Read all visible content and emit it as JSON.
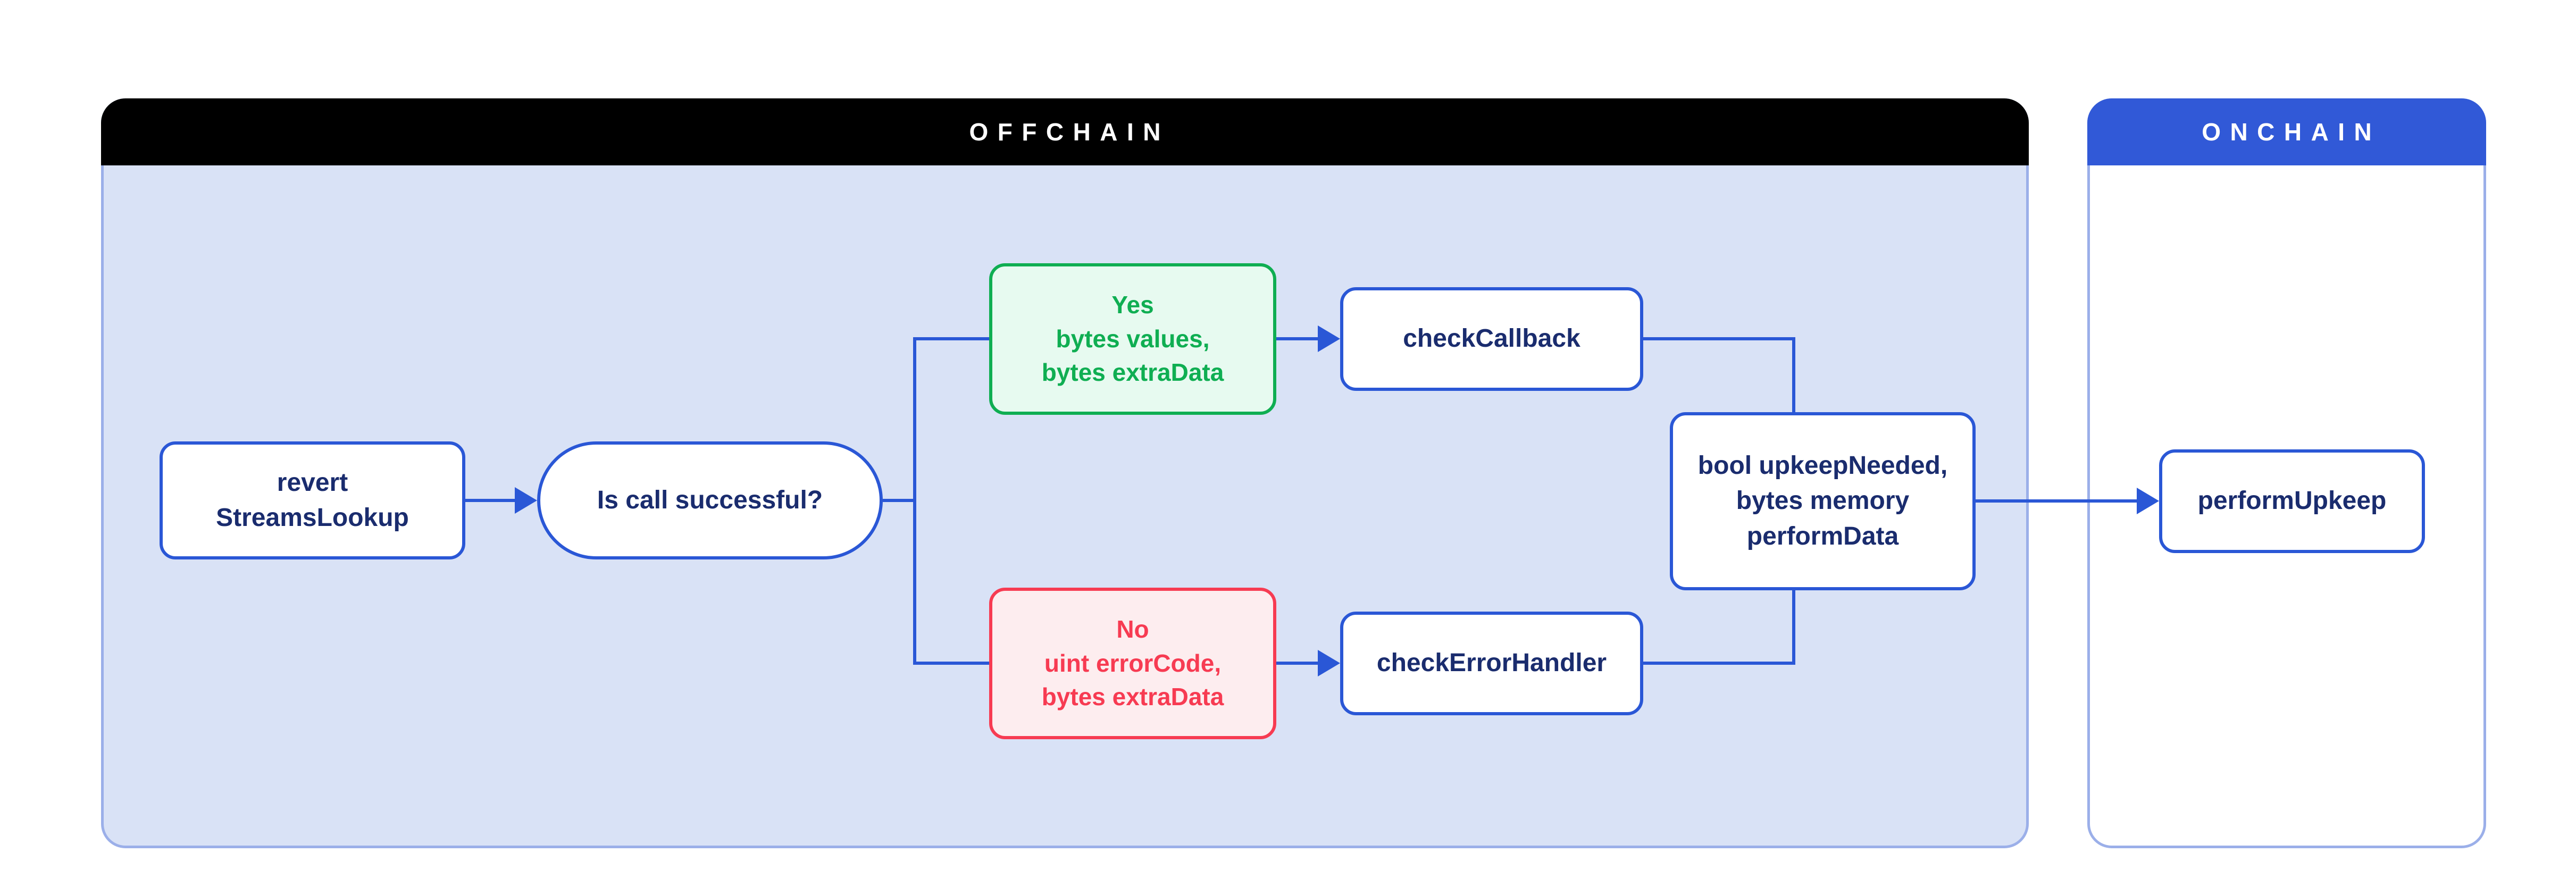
{
  "panels": {
    "offchain": {
      "label": "OFFCHAIN"
    },
    "onchain": {
      "label": "ONCHAIN"
    }
  },
  "nodes": {
    "revert": {
      "lines": [
        "revert",
        "StreamsLookup"
      ]
    },
    "decision": {
      "label": "Is call successful?"
    },
    "yes": {
      "lines": [
        "Yes",
        "bytes values,",
        "bytes extraData"
      ]
    },
    "check_callback": {
      "label": "checkCallback"
    },
    "no": {
      "lines": [
        "No",
        "uint errorCode,",
        "bytes extraData"
      ]
    },
    "check_error_handler": {
      "label": "checkErrorHandler"
    },
    "result": {
      "lines": [
        "bool upkeepNeeded,",
        "bytes memory",
        "performData"
      ]
    },
    "perform_upkeep": {
      "label": "performUpkeep"
    }
  },
  "colors": {
    "page_bg": "#FFFFFF",
    "panel_border": "#9BAFE9",
    "offchain_fill": "#D9E2F6",
    "offchain_header_bg": "#000000",
    "onchain_header_bg": "#3159D7",
    "header_text": "#FFFFFF",
    "node_border_blue": "#2A57D6",
    "node_fill": "#FFFFFF",
    "navy_text": "#1A2C6E",
    "connector_blue": "#2A57D6",
    "green": "#0FAE52",
    "green_fill": "#E7FAF0",
    "red": "#F73B52",
    "red_fill": "#FDEDEF"
  }
}
